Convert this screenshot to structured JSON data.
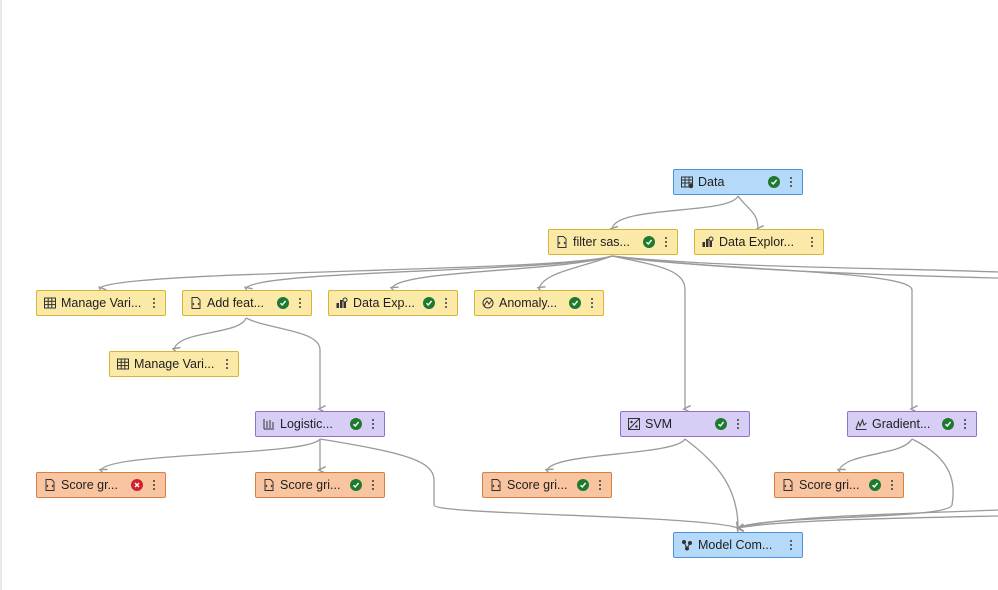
{
  "nodes": {
    "data": {
      "label": "Data",
      "status": "ok"
    },
    "filter": {
      "label": "filter sas...",
      "status": "ok"
    },
    "data_exploration": {
      "label": "Data Explor..."
    },
    "manage_vars_1": {
      "label": "Manage Vari..."
    },
    "add_features": {
      "label": "Add feat...",
      "status": "ok"
    },
    "data_exp_2": {
      "label": "Data Exp...",
      "status": "ok"
    },
    "anomaly": {
      "label": "Anomaly...",
      "status": "ok"
    },
    "manage_vars_2": {
      "label": "Manage Vari..."
    },
    "logistic": {
      "label": "Logistic...",
      "status": "ok"
    },
    "svm": {
      "label": "SVM",
      "status": "ok"
    },
    "gradient": {
      "label": "Gradient...",
      "status": "ok"
    },
    "score_1": {
      "label": "Score gr...",
      "status": "error"
    },
    "score_2": {
      "label": "Score gri...",
      "status": "ok"
    },
    "score_3": {
      "label": "Score gri...",
      "status": "ok"
    },
    "score_4": {
      "label": "Score gri...",
      "status": "ok"
    },
    "model_comparison": {
      "label": "Model Com..."
    }
  },
  "colors": {
    "data": "#b5d9f8",
    "prep": "#fbe9a8",
    "model": "#d7cdf5",
    "postprocess": "#f9c5a0",
    "status_ok": "#1d7a2f",
    "status_error": "#d0212f",
    "edge": "#9a9a9a"
  }
}
